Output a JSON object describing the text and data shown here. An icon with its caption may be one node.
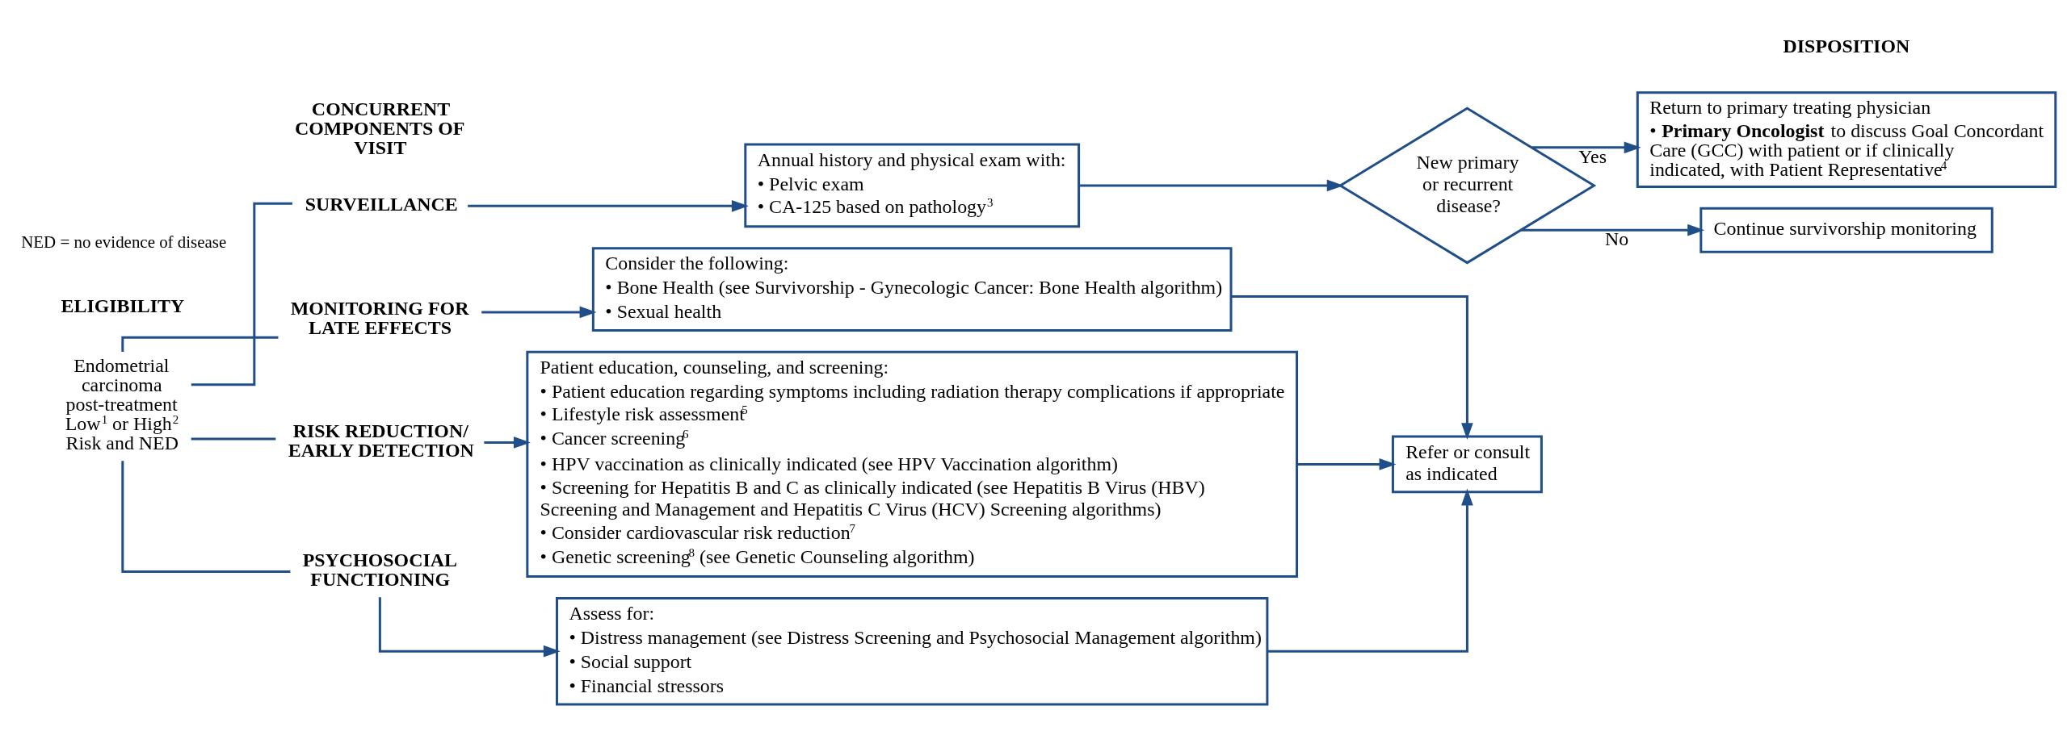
{
  "diagram": {
    "nodes": [
      {
        "text": [
          "Endometrial carcinoma post-treatment Low$^{1}$ or High$^{2}$ Risk and NED"
        ]
      },
      {
        "text": [
          "SURVEILLANCE"
        ]
      },
      {
        "text": [
          "MONITORING FOR LATE EFFECTS"
        ]
      },
      {
        "text": [
          "RISK REDUCTION/ EARLY DETECTION"
        ]
      },
      {
        "text": [
          "PSYCHOSOCIAL FUNCTIONING"
        ]
      },
      {
        "text": [
          "Annual history and physical exam with:",
          "• Pelvic exam",
          "• CA-125 based on pathology$^{3}$"
        ]
      },
      {
        "text": [
          "New primary or recurrent disease?"
        ]
      },
      {
        "text": [
          "Return to primary treating physician",
          "• **Primary Oncologist** to discuss Goal Concordant Care (GCC) with patient or if clinically indicated, with Patient Representative$^{4}$"
        ]
      },
      {
        "text": [
          "Continue survivorship monitoring"
        ]
      },
      {
        "text": [
          "Consider the following:",
          "• Bone Health (see Survivorship - Gynecologic Cancer: Bone Health algorithm)",
          "• Sexual health"
        ]
      },
      {
        "text": [
          "Patient education, counseling, and screening:",
          "• Patient education regarding symptoms including radiation therapy complications if appropriate",
          "• Lifestyle risk assessment$^{5}$",
          "• Cancer screening$^{6}$",
          "• HPV vaccination as clinically indicated (see HPV Vaccination algorithm)",
          "• Screening for Hepatitis B and C as clinically indicated (see Hepatitis B Virus (HBV) Screening and Management and Hepatitis C Virus (HCV) Screening algorithms)",
          "• Consider cardiovascular risk reduction$^{7}$",
          "• Genetic screening$^{8}$ (see Genetic Counseling algorithm)"
        ]
      },
      {
        "text": [
          "Assess for:",
          "• Distress management (see Distress Screening and Psychosocial Management algorithm)",
          "• Social support",
          "• Financial stressors"
        ]
      },
      {
        "text": [
          "Refer or consult as indicated"
        ]
      }
    ],
    "edges": [
      {
        "from": 0,
        "to": 1,
        "arrow": "none"
      },
      {
        "from": 0,
        "to": 2,
        "arrow": "none"
      },
      {
        "from": 0,
        "to": 3,
        "arrow": "none"
      },
      {
        "from": 0,
        "to": 4,
        "arrow": "none"
      },
      {
        "from": 1,
        "to": 5,
        "arrow": "to"
      },
      {
        "from": 2,
        "to": 9,
        "arrow": "to"
      },
      {
        "from": 3,
        "to": 10,
        "arrow": "to"
      },
      {
        "from": 4,
        "to": 11,
        "arrow": "to"
      },
      {
        "from": 5,
        "to": 6,
        "arrow": "to"
      },
      {
        "from": 6,
        "to": 7,
        "arrow": "to",
        "label": "Yes"
      },
      {
        "from": 6,
        "to": 8,
        "arrow": "to",
        "label": "No"
      },
      {
        "from": 9,
        "to": 12,
        "arrow": "to"
      },
      {
        "from": 10,
        "to": 12,
        "arrow": "to"
      },
      {
        "from": 11,
        "to": 12,
        "arrow": "to"
      }
    ],
    "labels": [
      "ELIGIBILITY",
      "CONCURRENT COMPONENTS OF VISIT",
      "DISPOSITION",
      "NED = no evidence of disease"
    ]
  }
}
